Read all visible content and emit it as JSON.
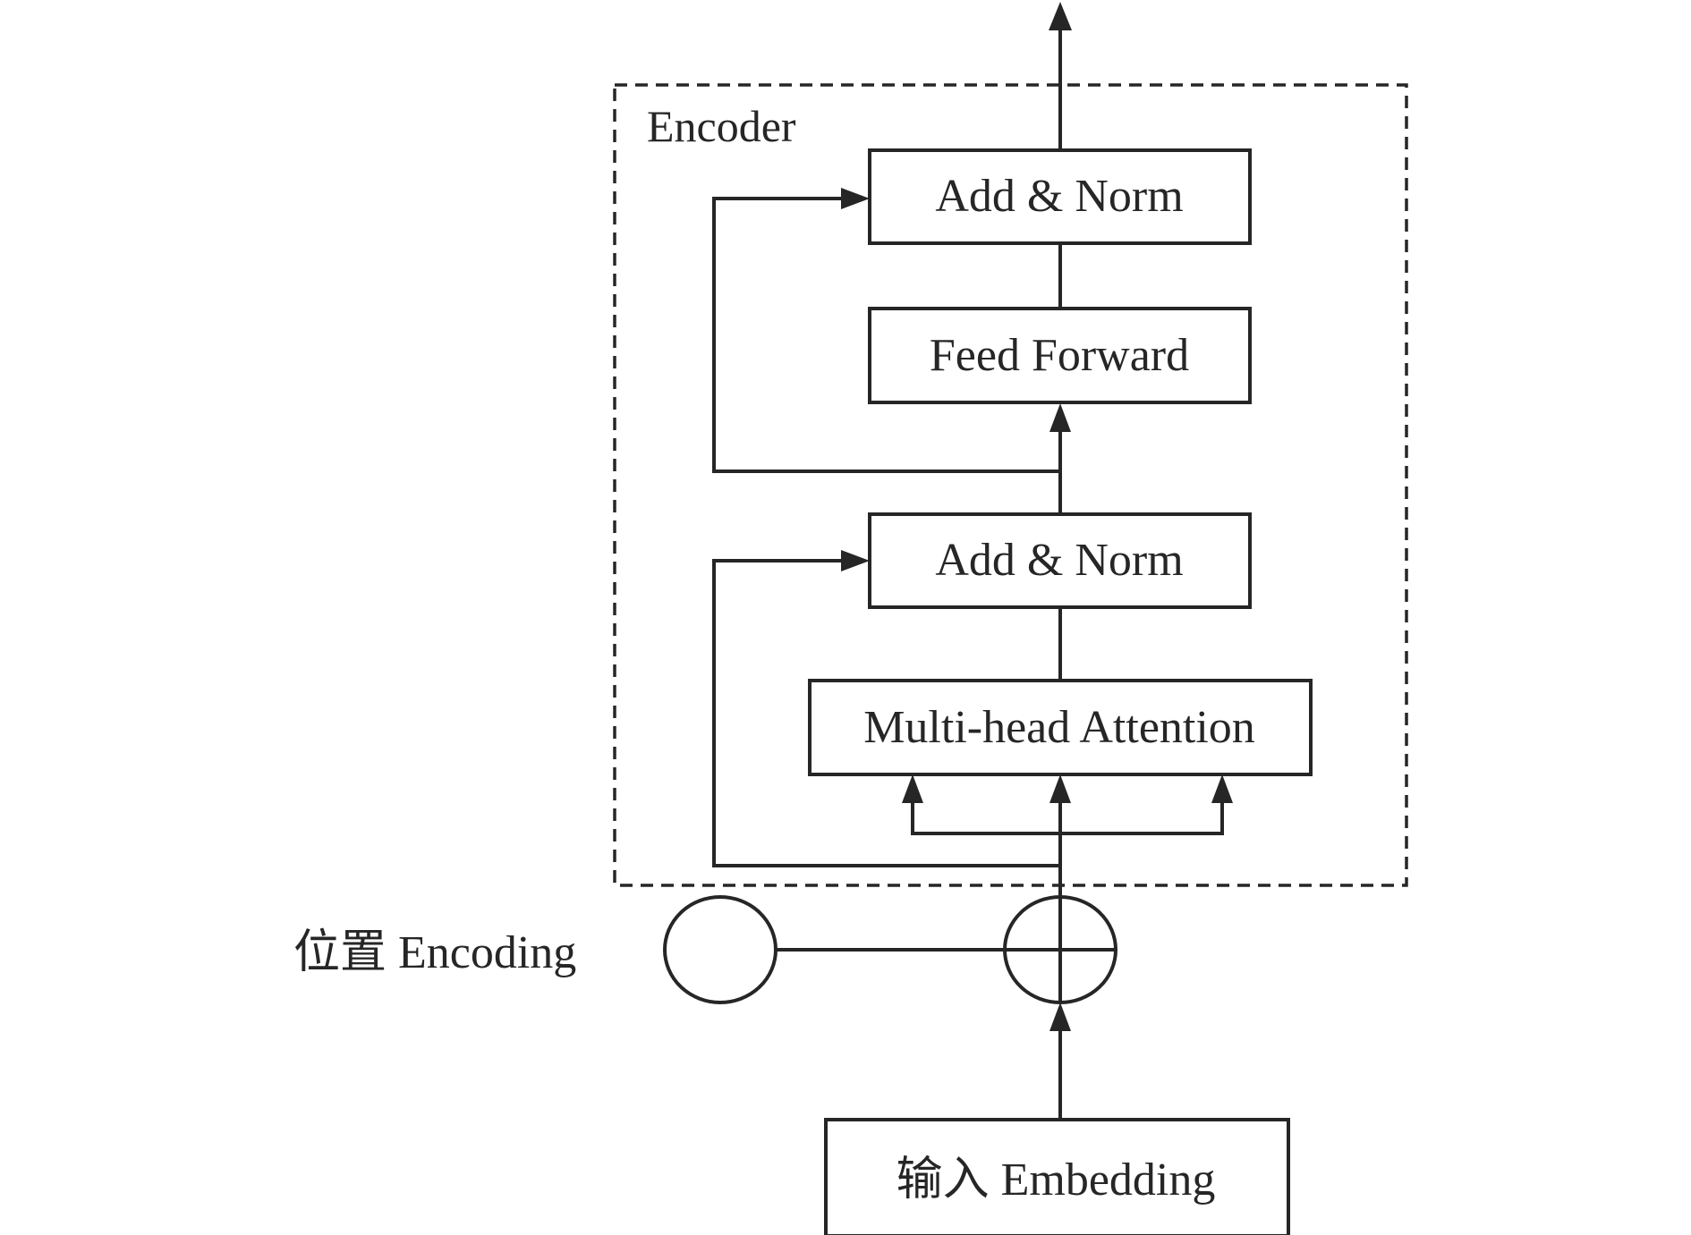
{
  "diagram": {
    "type": "transformer-encoder-block",
    "encoder_label": "Encoder",
    "blocks": {
      "add_norm_top": "Add & Norm",
      "feed_forward": "Feed Forward",
      "add_norm_bottom": "Add & Norm",
      "multi_head_attention": "Multi-head Attention",
      "input_embedding": "输入 Embedding"
    },
    "positional_encoding_label": "位置 Encoding",
    "colors": {
      "stroke": "#262626",
      "background": "#ffffff"
    }
  }
}
